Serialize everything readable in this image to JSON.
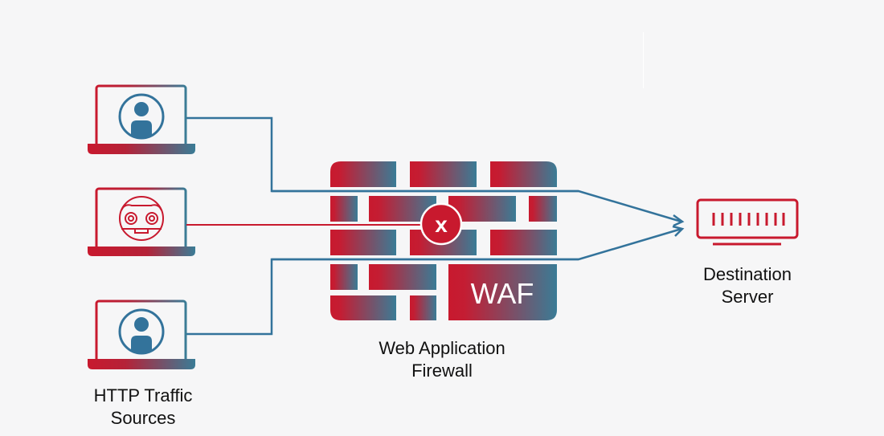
{
  "title": "Web Application Firewall traffic flow diagram",
  "colors": {
    "background": "#f6f6f7",
    "red": "#c8192e",
    "blue": "#33739b",
    "teal": "#3a7c96",
    "text": "#111111"
  },
  "sources": {
    "label_line1": "HTTP Traffic",
    "label_line2": "Sources",
    "clients": [
      {
        "type": "user",
        "icon": "user-icon",
        "traffic": "allowed"
      },
      {
        "type": "bot",
        "icon": "bot-icon",
        "traffic": "blocked"
      },
      {
        "type": "user",
        "icon": "user-icon",
        "traffic": "allowed"
      }
    ]
  },
  "firewall": {
    "badge_text": "WAF",
    "block_symbol": "x",
    "label_line1": "Web Application",
    "label_line2": "Firewall"
  },
  "destination": {
    "icon": "server-icon",
    "label_line1": "Destination",
    "label_line2": "Server"
  }
}
